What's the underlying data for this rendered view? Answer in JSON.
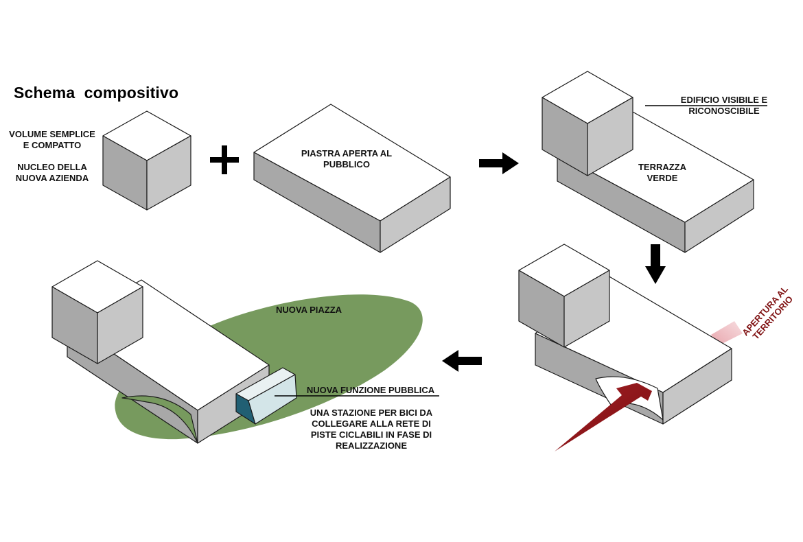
{
  "title": "Schema  compositivo",
  "labels": {
    "volume_line1": "VOLUME SEMPLICE",
    "volume_line2": "E COMPATTO",
    "nucleo_line1": "NUCLEO DELLA",
    "nucleo_line2": "NUOVA AZIENDA",
    "piastra_line1": "PIASTRA APERTA AL",
    "piastra_line2": "PUBBLICO",
    "edificio_line1": "EDIFICIO VISIBILE E",
    "edificio_line2": "RICONOSCIBILE",
    "terrazza_line1": "TERRAZZA",
    "terrazza_line2": "VERDE",
    "apertura_line1": "APERTURA AL",
    "apertura_line2": "TERRITORIO",
    "piazza": "NUOVA PIAZZA",
    "funzione": "NUOVA FUNZIONE PUBBLICA",
    "stazione_line1": "UNA STAZIONE PER BICI DA",
    "stazione_line2": "COLLEGARE ALLA RETE DI",
    "stazione_line3": "PISTE CICLABILI IN FASE DI",
    "stazione_line4": "REALIZZAZIONE"
  },
  "colors": {
    "top_face": "#ffffff",
    "left_face": "#a8a8a8",
    "right_face": "#c6c6c6",
    "green": "#779a5e",
    "dark_red": "#7e0f10",
    "pink": "#e3a3a9",
    "teal_front": "#215f73",
    "teal_side": "#d8e8ea"
  }
}
